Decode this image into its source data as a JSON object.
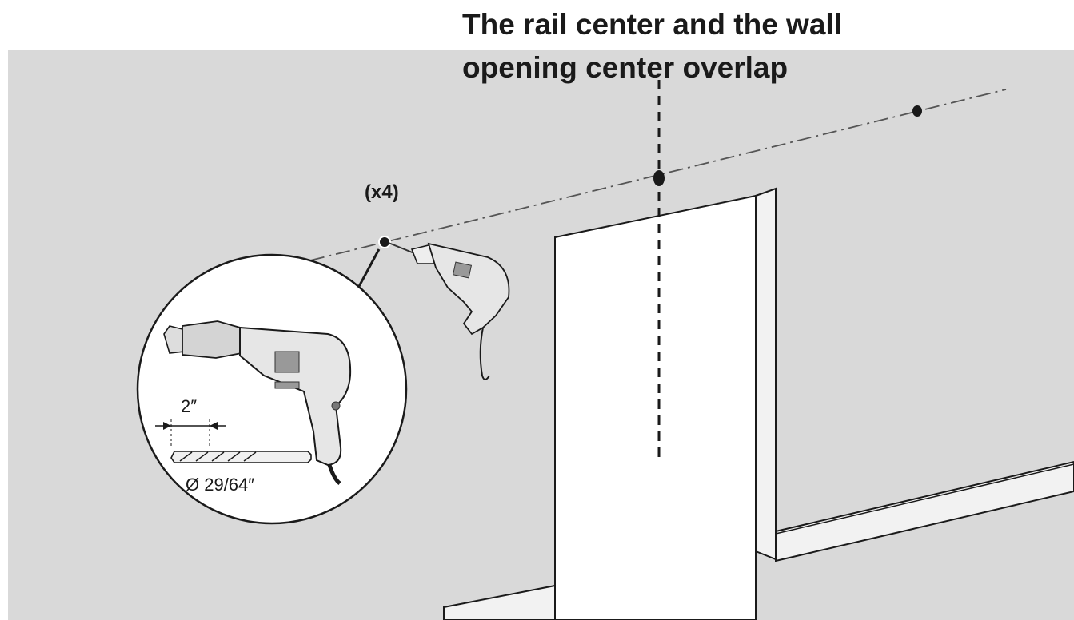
{
  "heading": {
    "line1": "The rail center and the wall",
    "line2": "opening center overlap"
  },
  "hole_count": "(x4)",
  "drill_detail": {
    "depth": "2″",
    "diameter": "Ø 29/64″"
  },
  "colors": {
    "wall": "#d9d9d9",
    "opening": "#ffffff",
    "line": "#1a1a1a",
    "drill_body": "#e6e6e6"
  }
}
